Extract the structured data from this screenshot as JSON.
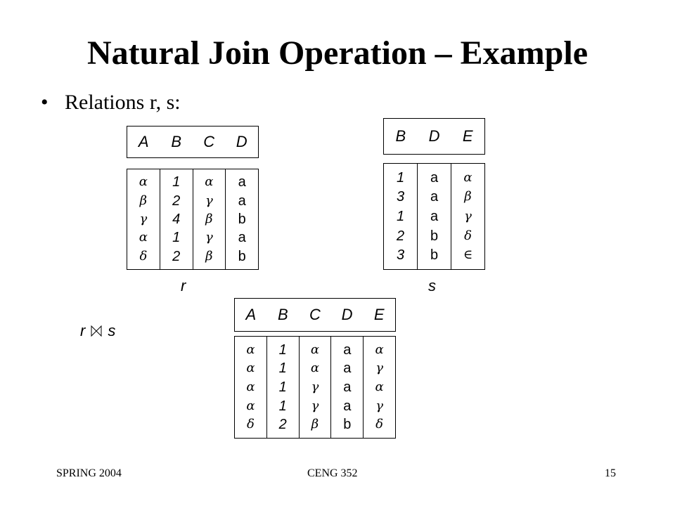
{
  "slide": {
    "title": "Natural Join Operation – Example",
    "bullet": "Relations r, s:"
  },
  "tables": {
    "r": {
      "label": "r",
      "headers": [
        "A",
        "B",
        "C",
        "D"
      ],
      "columns": [
        [
          "α",
          "β",
          "γ",
          "α",
          "δ"
        ],
        [
          "1",
          "2",
          "4",
          "1",
          "2"
        ],
        [
          "α",
          "γ",
          "β",
          "γ",
          "β"
        ],
        [
          "a",
          "a",
          "b",
          "a",
          "b"
        ]
      ]
    },
    "s": {
      "label": "s",
      "headers": [
        "B",
        "D",
        "E"
      ],
      "columns": [
        [
          "1",
          "3",
          "1",
          "2",
          "3"
        ],
        [
          "a",
          "a",
          "a",
          "b",
          "b"
        ],
        [
          "α",
          "β",
          "γ",
          "δ",
          "∈"
        ]
      ]
    },
    "rs": {
      "label_left": "r",
      "label_right": "s",
      "headers": [
        "A",
        "B",
        "C",
        "D",
        "E"
      ],
      "columns": [
        [
          "α",
          "α",
          "α",
          "α",
          "δ"
        ],
        [
          "1",
          "1",
          "1",
          "1",
          "2"
        ],
        [
          "α",
          "α",
          "γ",
          "γ",
          "β"
        ],
        [
          "a",
          "a",
          "a",
          "a",
          "b"
        ],
        [
          "α",
          "γ",
          "α",
          "γ",
          "δ"
        ]
      ]
    }
  },
  "footer": {
    "left": "SPRING 2004",
    "center": "CENG 352",
    "right": "15"
  }
}
